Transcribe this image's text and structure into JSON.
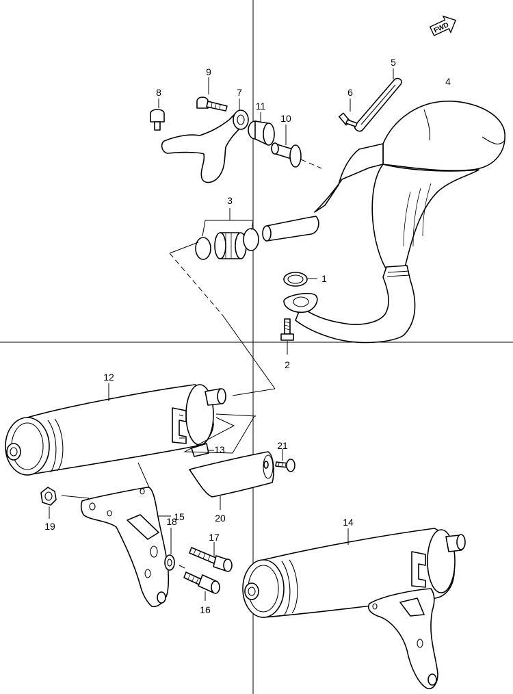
{
  "callouts": {
    "p1": "1",
    "p2": "2",
    "p3": "3",
    "p4": "4",
    "p5": "5",
    "p6": "6",
    "p7": "7",
    "p8": "8",
    "p9": "9",
    "p10": "10",
    "p11": "11",
    "p12": "12",
    "p13": "13",
    "p14": "14",
    "p15": "15",
    "p16": "16",
    "p17": "17",
    "p18": "18",
    "p19": "19",
    "p20": "20",
    "p21": "21"
  },
  "direction_badge": {
    "text": "FWD",
    "icon": "arrow-right-icon"
  }
}
